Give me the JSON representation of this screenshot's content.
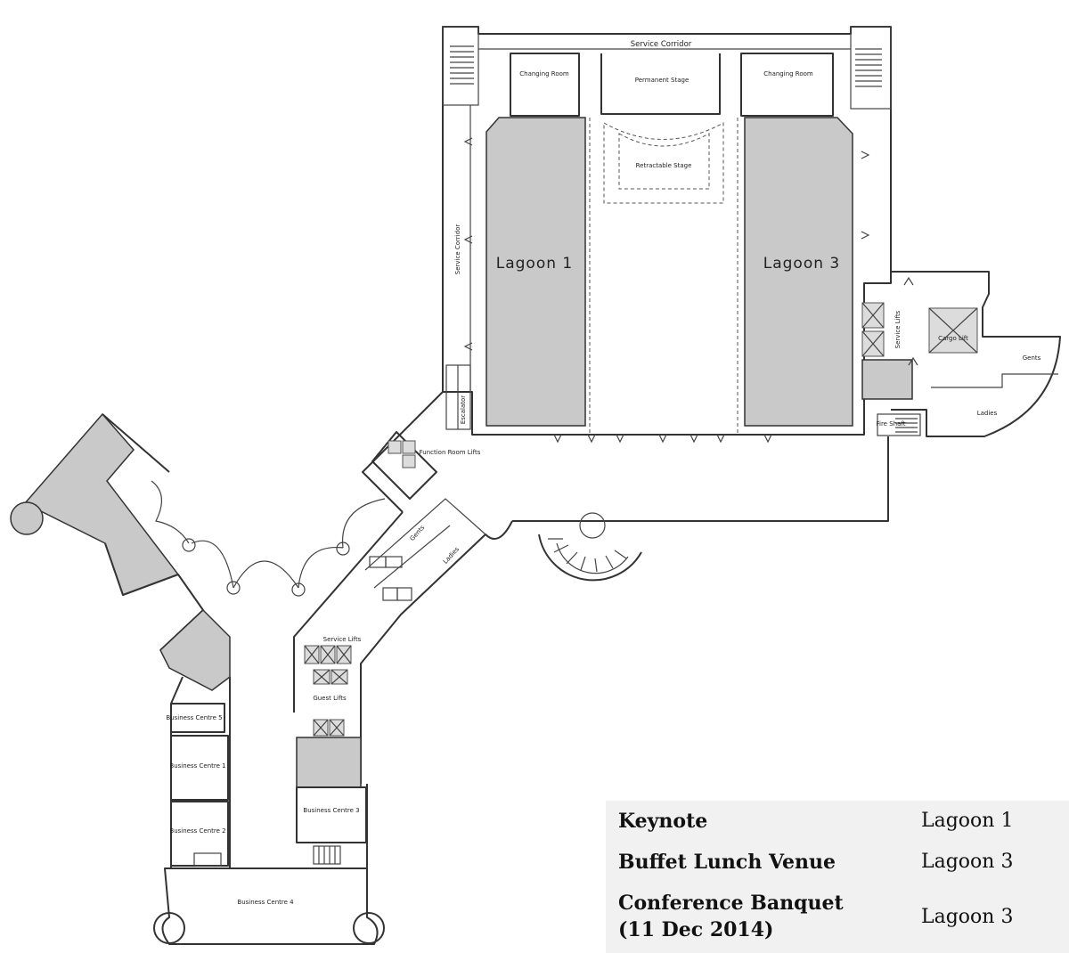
{
  "map_labels": {
    "service_corridor_top": "Service Corridor",
    "service_corridor_left": "Service Corridor",
    "changing_room_left": "Changing Room",
    "changing_room_right": "Changing Room",
    "permanent_stage": "Permanent Stage",
    "retractable_stage": "Retractable Stage",
    "lagoon_1": "Lagoon 1",
    "lagoon_3": "Lagoon 3",
    "escalator": "Escalator",
    "service_lifts_right": "Service Lifts",
    "cargo_lift": "Cargo Lift",
    "gents_right": "Gents",
    "ladies_right": "Ladies",
    "fire_shaft": "Fire Shaft",
    "function_room_lifts": "Function Room Lifts",
    "gents_center": "Gents",
    "ladies_center": "Ladies",
    "service_lifts_center": "Service Lifts",
    "guest_lifts": "Guest Lifts",
    "business_centre_5": "Business Centre 5",
    "business_centre_1": "Business Centre 1",
    "business_centre_2": "Business Centre 2",
    "business_centre_3": "Business Centre 3",
    "business_centre_4": "Business Centre 4"
  },
  "schedule": [
    {
      "event": "Keynote",
      "venue": "Lagoon 1"
    },
    {
      "event": "Buffet Lunch Venue",
      "venue": "Lagoon 3"
    },
    {
      "event": "Conference Banquet\n(11 Dec 2014)",
      "event_line1": "Conference Banquet",
      "event_line2": "(11 Dec 2014)",
      "venue": "Lagoon 3"
    }
  ],
  "colors": {
    "highlight_room": "#c9c9c9",
    "wall": "#333333",
    "table_bg": "#f1f1f1"
  }
}
